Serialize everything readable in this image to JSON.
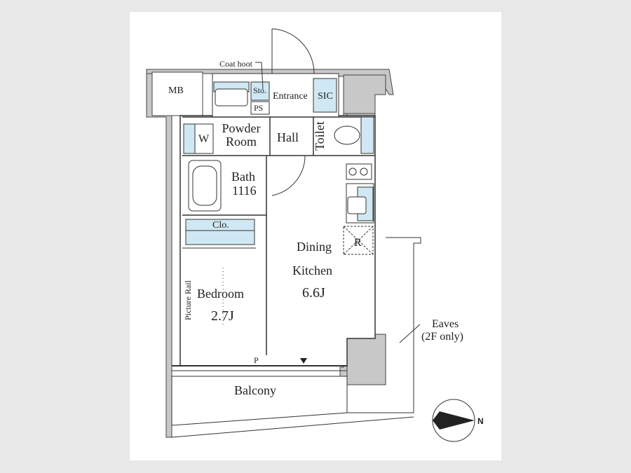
{
  "plan": {
    "rooms": {
      "mb": "MB",
      "coat_hook": "Coat hoot",
      "storage": "Sto.",
      "ps": "PS",
      "entrance": "Entrance",
      "sic": "SIC",
      "w": "W",
      "powder_line1": "Powder",
      "powder_line2": "Room",
      "hall": "Hall",
      "toilet": "Toilet",
      "bath": "Bath",
      "bath_size": "1116",
      "closet": "Clo.",
      "dining": "Dining",
      "kitchen": "Kitchen",
      "dk_size": "6.6J",
      "fridge": "R",
      "bedroom": "Bedroom",
      "bedroom_size": "2.7J",
      "picture_rail": "Picture Rail",
      "p": "P",
      "balcony": "Balcony",
      "eaves": "Eaves",
      "eaves_note": "(2F only)"
    },
    "compass": {
      "north": "N"
    },
    "colors": {
      "wall": "#c8c8c8",
      "wall_stroke": "#555555",
      "fixture_blue": "#cfe8f3",
      "line": "#333333"
    }
  }
}
